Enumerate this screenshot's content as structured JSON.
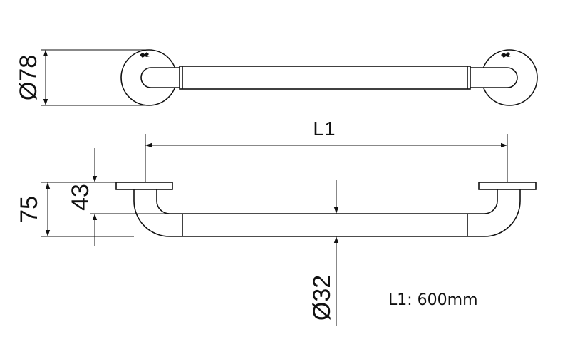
{
  "drawing": {
    "dimensions": {
      "flange_diameter": "Ø78",
      "length": "L1",
      "projection": "75",
      "bend_offset": "43",
      "tube_diameter": "Ø32"
    },
    "note": "L1: 600mm"
  }
}
